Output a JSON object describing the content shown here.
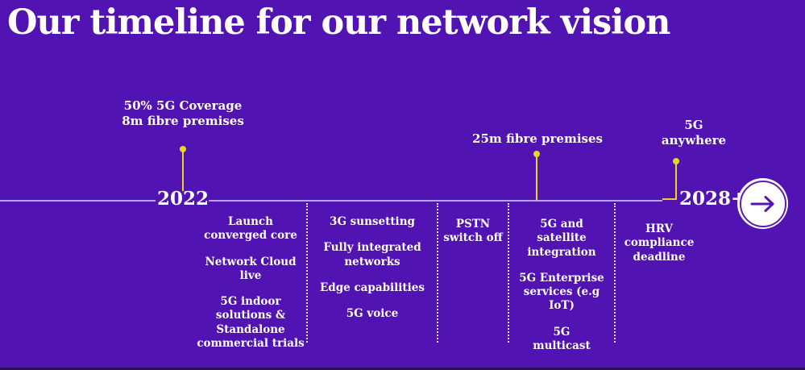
{
  "title": "Our timeline for our network vision",
  "colors": {
    "background": "#5113b1",
    "accent_yellow": "#e7d626",
    "timeline_line": "#dfd7fa",
    "text": "#ffffff",
    "bottom_bar": "#2a1155",
    "button_fill": "#ffffff",
    "button_arrow": "#5514b4"
  },
  "timeline": {
    "start_year": "2022",
    "end_year": "2028+",
    "milestones": [
      {
        "id": "2022-coverage",
        "label": "50% 5G Coverage\n8m fibre premises"
      },
      {
        "id": "25m-fibre",
        "label": "25m fibre premises"
      },
      {
        "id": "5g-anywhere",
        "label": "5G\nanywhere"
      }
    ],
    "phases": [
      {
        "items": [
          "Launch\nconverged core",
          "Network Cloud\nlive",
          "5G indoor\nsolutions &\nStandalone\ncommercial trials"
        ]
      },
      {
        "items": [
          "3G sunsetting",
          "Fully integrated\nnetworks",
          "Edge capabilities",
          "5G voice"
        ]
      },
      {
        "items": [
          "PSTN\nswitch off"
        ]
      },
      {
        "items": [
          "5G and\nsatellite\nintegration",
          "5G Enterprise\nservices (e.g\nIoT)",
          "5G\nmulticast"
        ]
      },
      {
        "items": [
          "HRV\ncompliance\ndeadline"
        ]
      }
    ]
  },
  "next_button": {
    "icon": "arrow-right-icon"
  }
}
